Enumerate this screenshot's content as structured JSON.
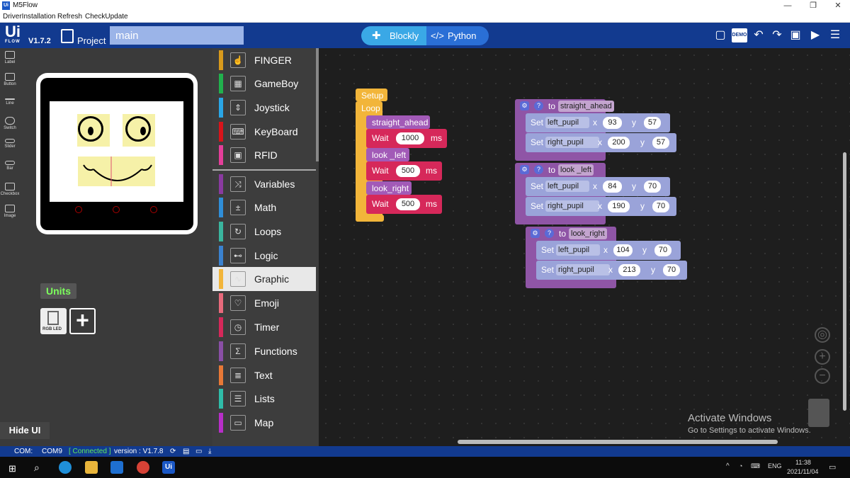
{
  "window": {
    "app_icon": "Ui",
    "title": "M5Flow",
    "min": "—",
    "max": "❐",
    "close": "✕"
  },
  "menu": [
    "DriverInstallation",
    "Refresh",
    "CheckUpdate"
  ],
  "toolbar": {
    "logo": "Ui",
    "logo_sub": "FLOW",
    "version": "V1.7.2",
    "project_label": "Project",
    "project_name": "main",
    "mode_blockly": "Blockly",
    "mode_python": "Python",
    "icons": [
      "new-file-icon",
      "demo-icon",
      "undo-icon",
      "redo-icon",
      "device-icon",
      "run-icon",
      "menu-icon"
    ],
    "demo_text": "DEMO"
  },
  "rail": [
    "Label",
    "Button",
    "Line",
    "Switch",
    "Slider",
    "Bar",
    "Checkbox",
    "Image"
  ],
  "units": {
    "title": "Units",
    "rgb_led": "RGB LED",
    "add": "+"
  },
  "hide_ui": "Hide UI",
  "categories": [
    {
      "label": "FINGER",
      "color": "#d89a1c"
    },
    {
      "label": "GameBoy",
      "color": "#21b14d"
    },
    {
      "label": "Joystick",
      "color": "#2aa6e6"
    },
    {
      "label": "KeyBoard",
      "color": "#d9141b"
    },
    {
      "label": "RFID",
      "color": "#e43e9a"
    },
    {
      "label": "Variables",
      "color": "#8a3aa0"
    },
    {
      "label": "Math",
      "color": "#2f8ed8"
    },
    {
      "label": "Loops",
      "color": "#3ab59e"
    },
    {
      "label": "Logic",
      "color": "#3a82d0"
    },
    {
      "label": "Graphic",
      "color": "#f2b53a"
    },
    {
      "label": "Emoji",
      "color": "#e86a7c"
    },
    {
      "label": "Timer",
      "color": "#d6285a"
    },
    {
      "label": "Functions",
      "color": "#8a4fa6"
    },
    {
      "label": "Text",
      "color": "#e87836"
    },
    {
      "label": "Lists",
      "color": "#2fbca8"
    },
    {
      "label": "Map",
      "color": "#b82ec9"
    }
  ],
  "blocks": {
    "setup": "Setup",
    "loop": "Loop",
    "calls": [
      "straight_ahead",
      "look _left",
      "look_right"
    ],
    "wait": "Wait",
    "ms": "ms",
    "waits": [
      "1000",
      "500",
      "500"
    ],
    "to": "to",
    "set": "Set",
    "x": "x",
    "y": "y",
    "functions": [
      {
        "name": "straight_ahead",
        "rows": [
          {
            "var": "left_pupil",
            "x": "93",
            "y": "57"
          },
          {
            "var": "right_pupil",
            "x": "200",
            "y": "57"
          }
        ]
      },
      {
        "name": "look _left",
        "rows": [
          {
            "var": "left_pupil",
            "x": "84",
            "y": "70"
          },
          {
            "var": "right_pupil",
            "x": "190",
            "y": "70"
          }
        ]
      },
      {
        "name": "look_right",
        "rows": [
          {
            "var": "left_pupil",
            "x": "104",
            "y": "70"
          },
          {
            "var": "right_pupil",
            "x": "213",
            "y": "70"
          }
        ]
      }
    ]
  },
  "watermark": {
    "line1": "Activate Windows",
    "line2": "Go to Settings to activate Windows."
  },
  "status": {
    "com": "COM:",
    "port": "COM9",
    "state": "[ Connected ]",
    "version": "version : V1.7.8"
  },
  "taskbar": {
    "lang": "ENG",
    "time": "11:38",
    "date": "2021/11/04"
  }
}
